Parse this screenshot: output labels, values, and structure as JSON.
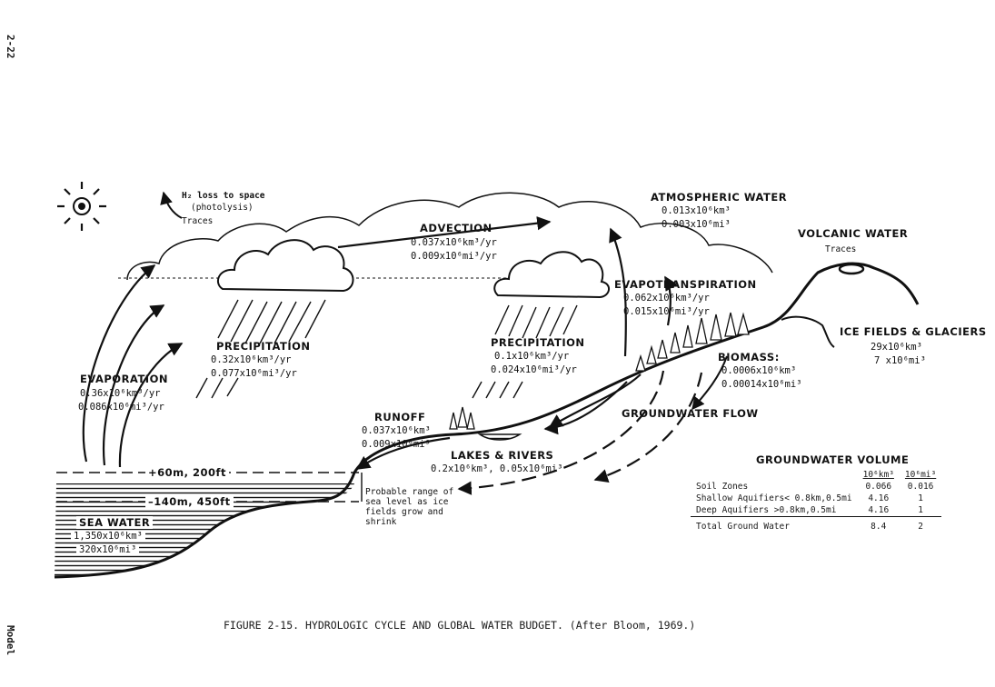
{
  "page_number": "2-22",
  "side_label": "Model",
  "caption": "FIGURE 2-15.  HYDROLOGIC CYCLE AND GLOBAL WATER BUDGET.  (After Bloom, 1969.)",
  "labels": {
    "h2_loss": "H₂ loss to space",
    "photolysis": "(photolysis)",
    "traces_left": "Traces",
    "advection_title": "ADVECTION",
    "advection_km": "0.037x10⁶km³/yr",
    "advection_mi": "0.009x10⁶mi³/yr",
    "atmospheric_title": "ATMOSPHERIC WATER",
    "atmospheric_km": "0.013x10⁶km³",
    "atmospheric_mi": "0.003x10⁶mi³",
    "volcanic_title": "VOLCANIC WATER",
    "volcanic_traces": "Traces",
    "evapotranspiration_title": "EVAPOTRANSPIRATION",
    "evapotranspiration_km": "0.062x10⁶km³/yr",
    "evapotranspiration_mi": "0.015x10⁶mi³/yr",
    "ice_title": "ICE FIELDS & GLACIERS",
    "ice_km": "29x10⁶km³",
    "ice_mi": "7 x10⁶mi³",
    "precip_left_title": "PRECIPITATION",
    "precip_left_km": "0.32x10⁶km³/yr",
    "precip_left_mi": "0.077x10⁶mi³/yr",
    "precip_right_title": "PRECIPITATION",
    "precip_right_km": "0.1x10⁶km³/yr",
    "precip_right_mi": "0.024x10⁶mi³/yr",
    "evaporation_title": "EVAPORATION",
    "evaporation_km": "0.36x10⁶km³/yr",
    "evaporation_mi": "0.086x10⁶mi³/yr",
    "biomass_title": "BIOMASS:",
    "biomass_km": "0.0006x10⁶km³",
    "biomass_mi": "0.00014x10⁶mi³",
    "groundwater_flow": "GROUNDWATER FLOW",
    "runoff_title": "RUNOFF",
    "runoff_km": "0.037x10⁶km³",
    "runoff_mi": "0.009x10⁶mi³",
    "lakes_title": "LAKES & RIVERS",
    "lakes_values": "0.2x10⁶km³,  0.05x10⁶mi³",
    "sea_high": "+60m, 200ft",
    "sea_low": "–140m, 450ft",
    "sea_title": "SEA WATER",
    "sea_km": "1,350x10⁶km³",
    "sea_mi": "320x10⁶mi³",
    "sea_note_1": "Probable range of",
    "sea_note_2": "sea level as ice",
    "sea_note_3": "fields grow and",
    "sea_note_4": "shrink"
  },
  "groundwater": {
    "title": "GROUNDWATER VOLUME",
    "col_km": "10⁶km³",
    "col_mi": "10⁶mi³",
    "rows": [
      {
        "name": "Soil Zones",
        "km": "0.066",
        "mi": "0.016"
      },
      {
        "name": "Shallow Aquifiers< 0.8km,0.5mi",
        "km": "4.16",
        "mi": "1"
      },
      {
        "name": "Deep Aquifiers >0.8km,0.5mi",
        "km": "4.16",
        "mi": "1"
      }
    ],
    "total": {
      "name": "Total Ground Water",
      "km": "8.4",
      "mi": "2"
    }
  },
  "colors": {
    "ink": "#111111",
    "paper": "#ffffff"
  }
}
